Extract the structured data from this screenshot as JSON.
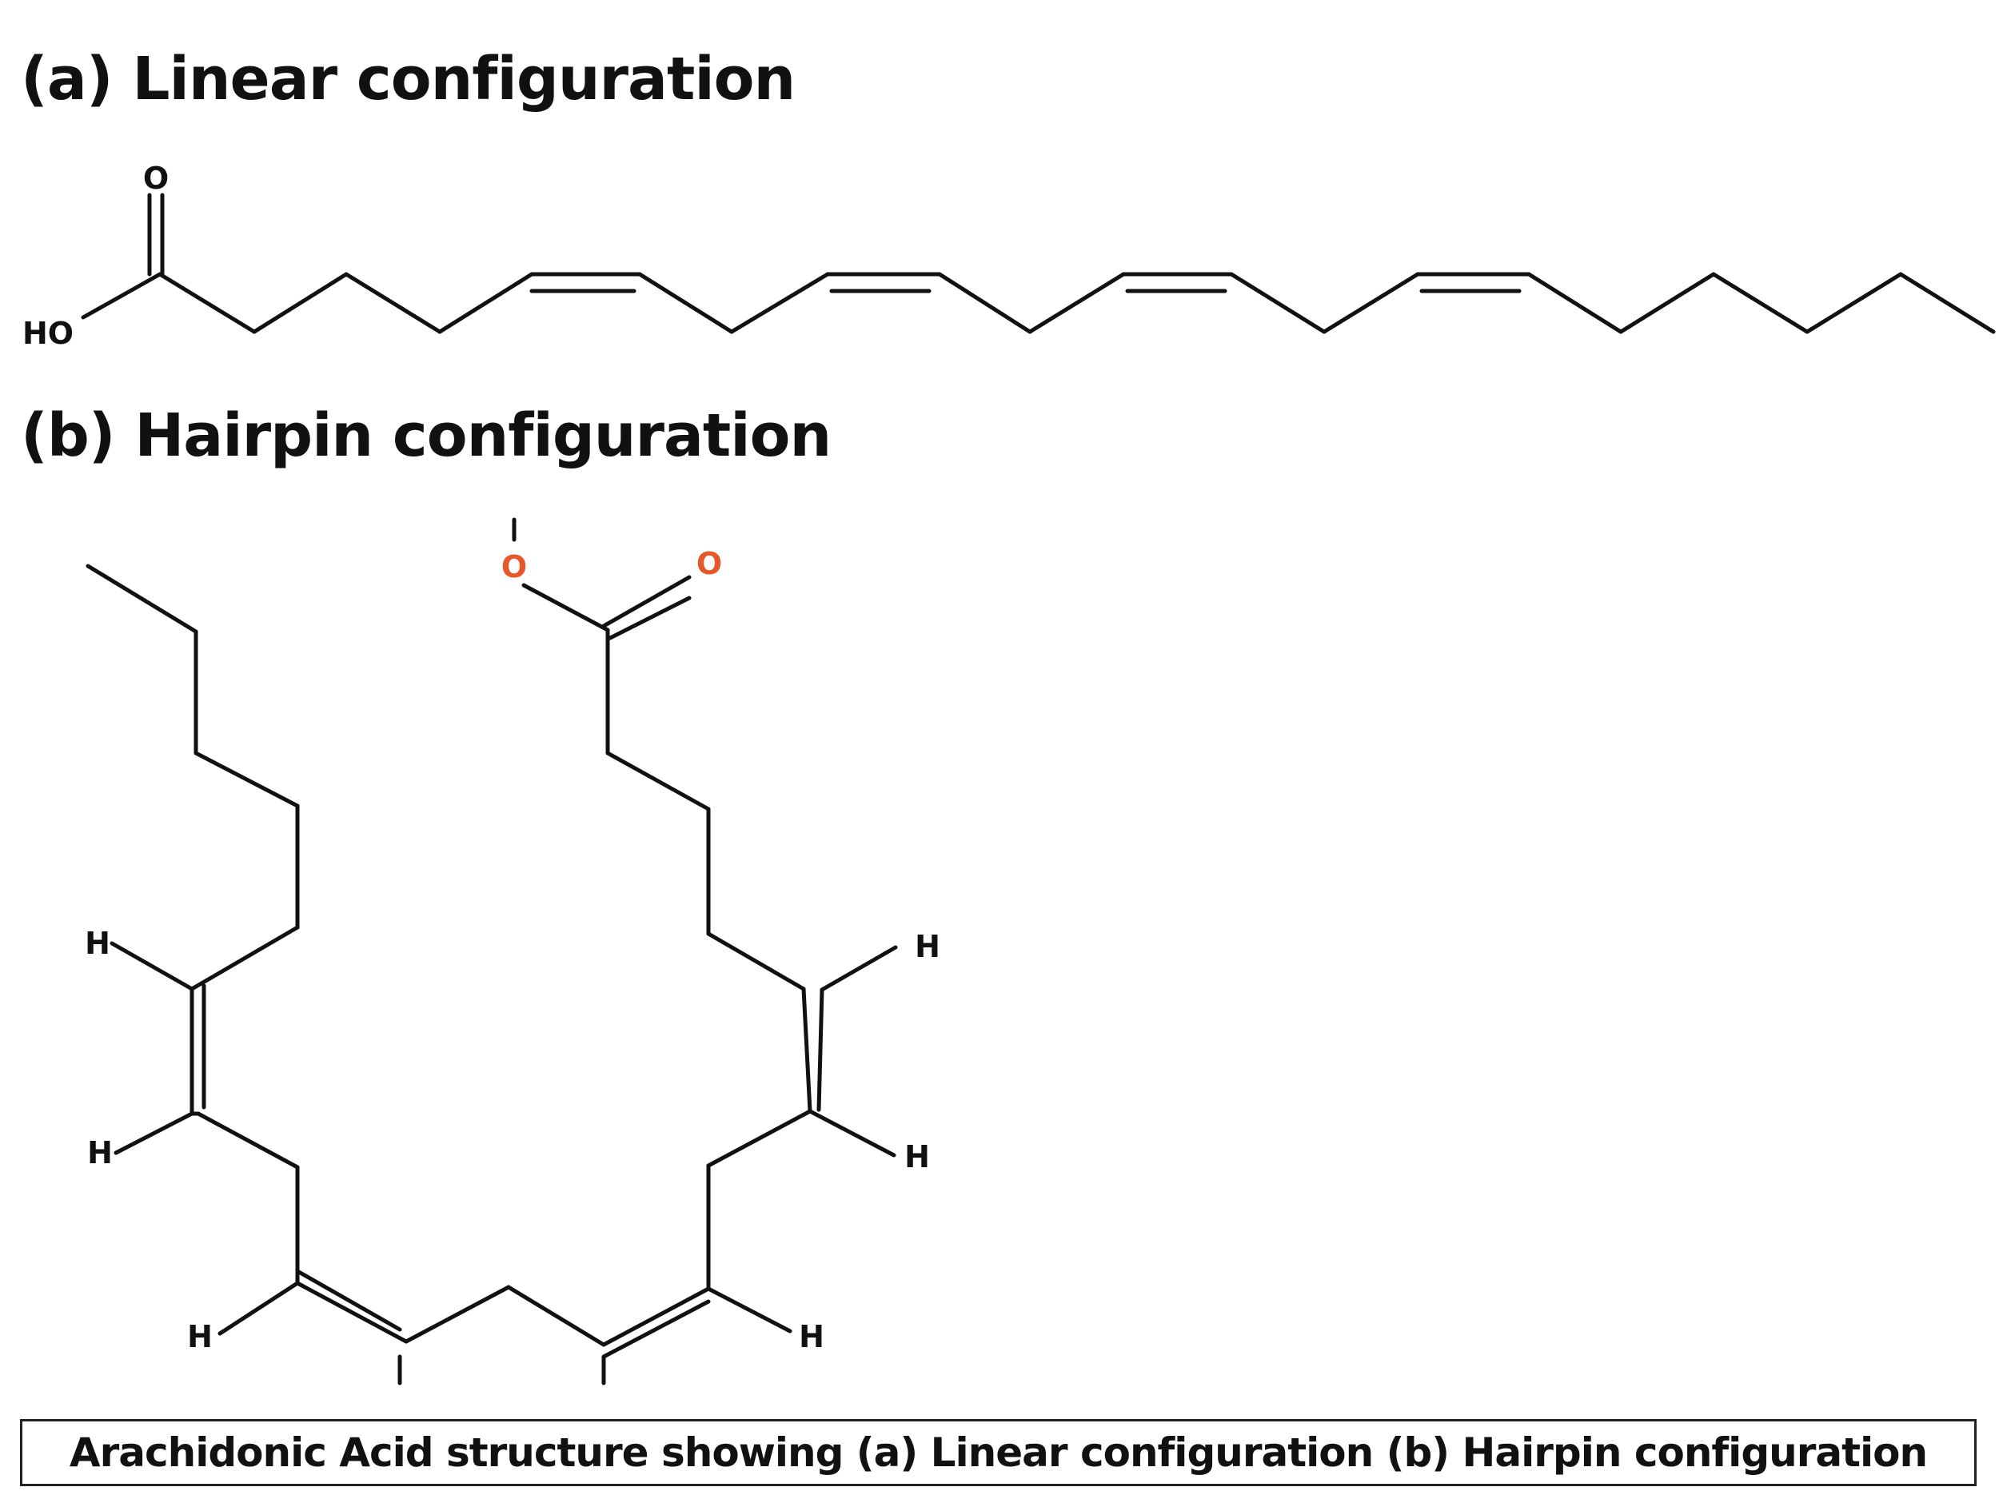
{
  "headings": {
    "linear": "(a) Linear configuration",
    "hairpin": "(b) Hairpin configuration"
  },
  "linear_structure": {
    "atom_labels": {
      "carbonyl_oxygen": "O",
      "hydroxyl": "HO"
    }
  },
  "hairpin_structure": {
    "atom_labels": {
      "carboxylate_oxygen_single": "O",
      "carboxylate_oxygen_double": "O",
      "hydrogen_1": "H",
      "hydrogen_2": "H",
      "hydrogen_3": "H",
      "hydrogen_4": "H",
      "hydrogen_5": "H",
      "hydrogen_6": "H"
    },
    "oxygen_color": "#e8572a"
  },
  "caption": "Arachidonic Acid structure showing (a) Linear configuration (b) Hairpin configuration"
}
